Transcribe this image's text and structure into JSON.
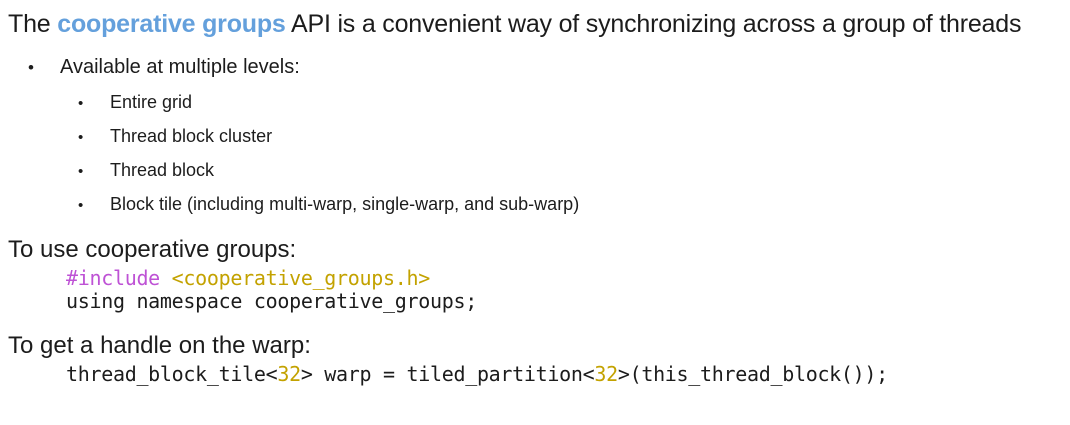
{
  "title": {
    "pre": "The ",
    "highlight": "cooperative groups",
    "post": " API is a convenient way of synchronizing across a group of threads"
  },
  "bullets": {
    "level1": "Available at multiple levels:",
    "level2": [
      "Entire grid",
      "Thread block cluster",
      "Thread block",
      "Block tile (including multi-warp, single-warp, and sub-warp)"
    ]
  },
  "sections": {
    "use": {
      "heading": "To use cooperative groups:",
      "include_directive": "#include",
      "include_header": " <cooperative_groups.h>",
      "using_line": "using namespace cooperative_groups;"
    },
    "warp": {
      "heading": "To get a handle on the warp:",
      "code": {
        "part1": "thread_block_tile<",
        "num1": "32",
        "part2": "> warp = tiled_partition<",
        "num2": "32",
        "part3": ">(this_thread_block());"
      }
    }
  },
  "glyphs": {
    "bullet": "•"
  },
  "colors": {
    "title_highlight": "#64a0dc",
    "code_directive_magenta": "#be52d5",
    "code_literal_olive": "#c3a200",
    "body_text": "#1c1c1c",
    "background": "#ffffff"
  }
}
